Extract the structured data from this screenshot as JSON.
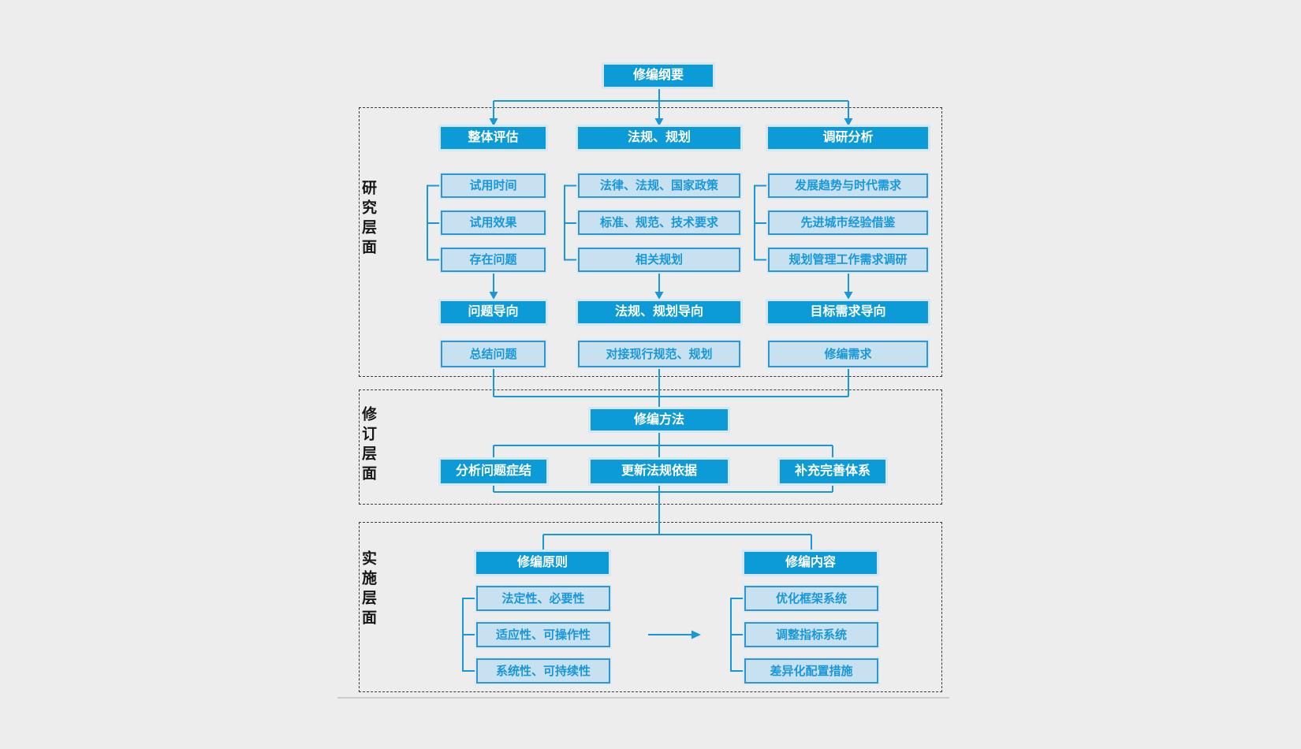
{
  "root": {
    "label": "修编纲要"
  },
  "sections": [
    {
      "label": "研究层面",
      "columns": [
        {
          "header": "整体评估",
          "items": [
            "试用时间",
            "试用效果",
            "存在问题"
          ],
          "direction": "问题导向",
          "result": "总结问题"
        },
        {
          "header": "法规、规划",
          "items": [
            "法律、法规、国家政策",
            "标准、规范、技术要求",
            "相关规划"
          ],
          "direction": "法规、规划导向",
          "result": "对接现行规范、规划"
        },
        {
          "header": "调研分析",
          "items": [
            "发展趋势与时代需求",
            "先进城市经验借鉴",
            "规划管理工作需求调研"
          ],
          "direction": "目标需求导向",
          "result": "修编需求"
        }
      ]
    },
    {
      "label": "修订层面",
      "method": "修编方法",
      "approaches": [
        "分析问题症结",
        "更新法规依据",
        "补充完善体系"
      ]
    },
    {
      "label": "实施层面",
      "principles": {
        "header": "修编原则",
        "items": [
          "法定性、必要性",
          "适应性、可操作性",
          "系统性、可持续性"
        ]
      },
      "contents": {
        "header": "修编内容",
        "items": [
          "优化框架系统",
          "调整指标系统",
          "差异化配置措施"
        ]
      }
    }
  ],
  "colors": {
    "accent_blue": "#0d9bd8",
    "light_fill": "#c8e1f1",
    "light_border": "#2f96d0",
    "line": "#1898d8",
    "background": "#ededee",
    "dashed_border": "#3a3a3a"
  }
}
